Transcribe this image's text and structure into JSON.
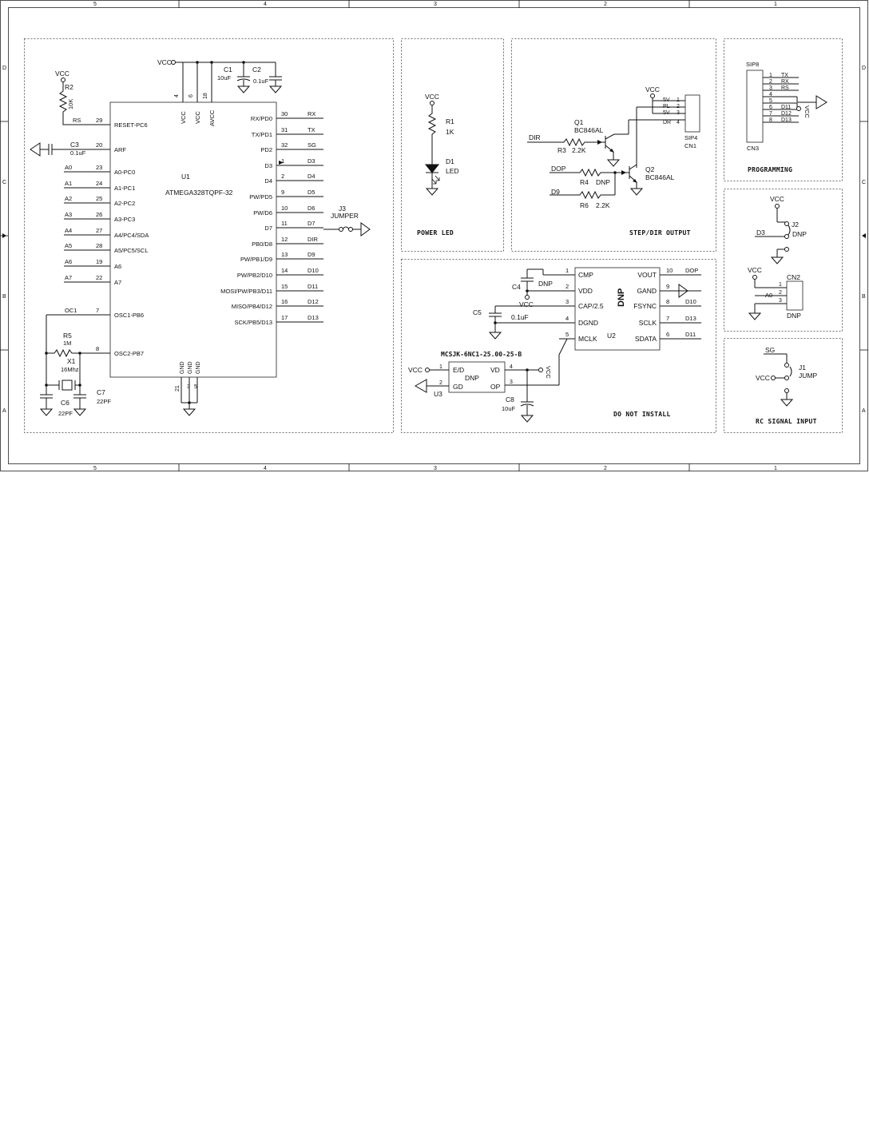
{
  "frame": {
    "col_labels": [
      "5",
      "4",
      "3",
      "2",
      "1"
    ],
    "row_labels": [
      "D",
      "C",
      "B",
      "A"
    ]
  },
  "mcu": {
    "ref": "U1",
    "part": "ATMEGA328TQPF-32",
    "power_pins": [
      {
        "num": "4",
        "name": "VCC"
      },
      {
        "num": "6",
        "name": "VCC"
      },
      {
        "num": "18",
        "name": "AVCC"
      }
    ],
    "gnd_pins": {
      "names": [
        "GND",
        "GND",
        "GND"
      ],
      "nums": [
        "21",
        "3",
        "5"
      ]
    },
    "left_pins": [
      {
        "num": "29",
        "name": "RESET-PC6",
        "net": "RS"
      },
      {
        "num": "20",
        "name": "ARF",
        "net": ""
      },
      {
        "num": "23",
        "name": "A0-PC0",
        "net": "A0"
      },
      {
        "num": "24",
        "name": "A1-PC1",
        "net": "A1"
      },
      {
        "num": "25",
        "name": "A2-PC2",
        "net": "A2"
      },
      {
        "num": "26",
        "name": "A3-PC3",
        "net": "A3"
      },
      {
        "num": "27",
        "name": "A4/PC4/SDA",
        "net": "A4"
      },
      {
        "num": "28",
        "name": "A5/PC5/SCL",
        "net": "A5"
      },
      {
        "num": "19",
        "name": "A6",
        "net": "A6"
      },
      {
        "num": "22",
        "name": "A7",
        "net": "A7"
      },
      {
        "num": "7",
        "name": "OSC1-PB6",
        "net": "OC1"
      },
      {
        "num": "8",
        "name": "OSC2-PB7",
        "net": ""
      }
    ],
    "right_pins": [
      {
        "num": "30",
        "name": "RX/PD0",
        "net": "RX"
      },
      {
        "num": "31",
        "name": "TX/PD1",
        "net": "TX"
      },
      {
        "num": "32",
        "name": "PD2",
        "net": "SG"
      },
      {
        "num": "1",
        "name": "D3",
        "net": "D3"
      },
      {
        "num": "2",
        "name": "D4",
        "net": "D4"
      },
      {
        "num": "9",
        "name": "PW/PD5",
        "net": "D5"
      },
      {
        "num": "10",
        "name": "PW/D6",
        "net": "D6"
      },
      {
        "num": "11",
        "name": "D7",
        "net": "D7"
      },
      {
        "num": "12",
        "name": "PB0/D8",
        "net": "DIR"
      },
      {
        "num": "13",
        "name": "PW/PB1/D9",
        "net": "D9"
      },
      {
        "num": "14",
        "name": "PW/PB2/D10",
        "net": "D10"
      },
      {
        "num": "15",
        "name": "MOSI/PW/PB3/D11",
        "net": "D11"
      },
      {
        "num": "16",
        "name": "MISO/PB4/D12",
        "net": "D12"
      },
      {
        "num": "17",
        "name": "SCK/PB5/D13",
        "net": "D13"
      }
    ]
  },
  "mcu_parts": {
    "vcc": "VCC",
    "c1": {
      "ref": "C1",
      "value": "10uF"
    },
    "c2": {
      "ref": "C2",
      "value": "0.1uF"
    },
    "r2": {
      "ref": "R2",
      "value": "10K"
    },
    "c3": {
      "ref": "C3",
      "value": "0.1uF"
    },
    "r5": {
      "ref": "R5",
      "value": "1M"
    },
    "x1": {
      "ref": "X1",
      "value": "16Mhz"
    },
    "c6": {
      "ref": "C6",
      "value": "22PF"
    },
    "c7": {
      "ref": "C7",
      "value": "22PF"
    },
    "j3": {
      "ref": "J3",
      "value": "JUMPER"
    }
  },
  "power_led": {
    "title": "POWER LED",
    "vcc": "VCC",
    "r1": {
      "ref": "R1",
      "value": "1K"
    },
    "d1": {
      "ref": "D1",
      "value": "LED"
    }
  },
  "stepdir": {
    "title": "STEP/DIR OUTPUT",
    "vcc": "VCC",
    "q1": {
      "ref": "Q1",
      "value": "BC846AL"
    },
    "q2": {
      "ref": "Q2",
      "value": "BC846AL"
    },
    "r3": {
      "ref": "R3",
      "value": "2.2K"
    },
    "r4": {
      "ref": "R4",
      "value": "DNP"
    },
    "r6": {
      "ref": "R6",
      "value": "2.2K"
    },
    "nets": {
      "dir": "DIR",
      "dop": "DOP",
      "d9": "D9"
    },
    "cn1": {
      "ref": "CN1",
      "type": "SIP4",
      "pins": [
        {
          "num": "1",
          "label": "5V"
        },
        {
          "num": "2",
          "label": "PL"
        },
        {
          "num": "3",
          "label": "5V"
        },
        {
          "num": "4",
          "label": "DR"
        }
      ]
    }
  },
  "programming": {
    "title": "PROGRAMMING",
    "cn3": {
      "ref": "CN3",
      "type": "SIP8"
    },
    "vcc": "VCC",
    "pins": [
      {
        "num": "1",
        "label": "TX"
      },
      {
        "num": "2",
        "label": "RX"
      },
      {
        "num": "3",
        "label": "RS"
      },
      {
        "num": "4",
        "label": ""
      },
      {
        "num": "5",
        "label": ""
      },
      {
        "num": "6",
        "label": "D11"
      },
      {
        "num": "7",
        "label": "D12"
      },
      {
        "num": "8",
        "label": "D13"
      }
    ]
  },
  "rc_block": {
    "j2": {
      "ref": "J2",
      "value": "DNP",
      "vcc": "VCC",
      "net": "D3"
    },
    "cn2": {
      "ref": "CN2",
      "value": "DNP",
      "vcc": "VCC",
      "net": "A0",
      "pins": [
        "1",
        "2",
        "3"
      ]
    }
  },
  "rc_input": {
    "title": "RC SIGNAL INPUT",
    "j1": {
      "ref": "J1",
      "value": "JUMP"
    },
    "sg": "SG",
    "vcc": "VCC"
  },
  "dni": {
    "title": "DO NOT INSTALL",
    "u2": {
      "ref": "U2",
      "mark": "DNP",
      "left": [
        {
          "num": "1",
          "name": "CMP"
        },
        {
          "num": "2",
          "name": "VDD"
        },
        {
          "num": "3",
          "name": "CAP/2.5"
        },
        {
          "num": "4",
          "name": "DGND"
        },
        {
          "num": "5",
          "name": "MCLK"
        }
      ],
      "right": [
        {
          "num": "10",
          "name": "VOUT",
          "net": "DOP"
        },
        {
          "num": "9",
          "name": "GAND",
          "net": ""
        },
        {
          "num": "8",
          "name": "FSYNC",
          "net": "D10"
        },
        {
          "num": "7",
          "name": "SCLK",
          "net": "D13"
        },
        {
          "num": "6",
          "name": "SDATA",
          "net": "D11"
        }
      ]
    },
    "c4": {
      "ref": "C4",
      "value": "DNP"
    },
    "c5": {
      "ref": "C5",
      "value": "0.1uF"
    },
    "c8": {
      "ref": "C8",
      "value": "10uF"
    },
    "vcc": "VCC",
    "u3": {
      "ref": "U3",
      "part": "MCSJK-6NC1-25.00-25-B",
      "mark": "DNP",
      "pins": [
        {
          "num": "1",
          "name": "E/D"
        },
        {
          "num": "2",
          "name": "GD"
        },
        {
          "num": "4",
          "name": "VD"
        },
        {
          "num": "3",
          "name": "OP"
        }
      ]
    }
  }
}
